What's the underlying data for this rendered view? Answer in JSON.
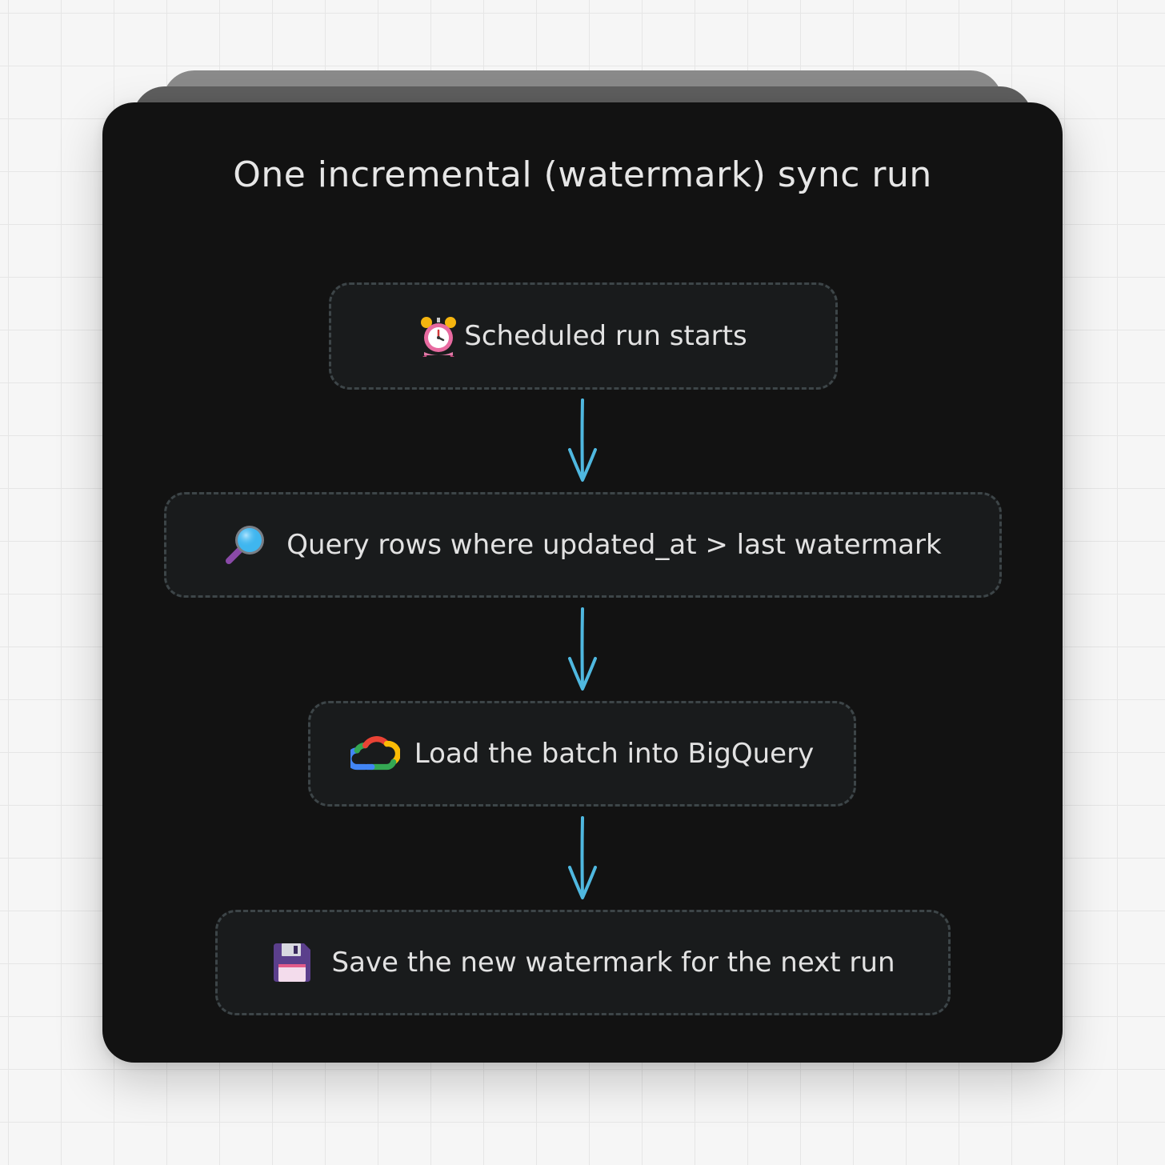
{
  "diagram": {
    "title": "One incremental (watermark) sync run",
    "steps": [
      {
        "icon": "alarm-clock-icon",
        "label": "Scheduled run starts"
      },
      {
        "icon": "magnifying-glass-icon",
        "label": "Query rows where updated_at > last watermark"
      },
      {
        "icon": "google-cloud-icon",
        "label": "Load the batch into BigQuery"
      },
      {
        "icon": "floppy-disk-icon",
        "label": "Save the new watermark for the next run"
      }
    ],
    "colors": {
      "card_background": "#121212",
      "node_background": "#191b1c",
      "node_border": "#3d4548",
      "arrow": "#4fb8e0",
      "text": "#e2e2e2"
    }
  }
}
